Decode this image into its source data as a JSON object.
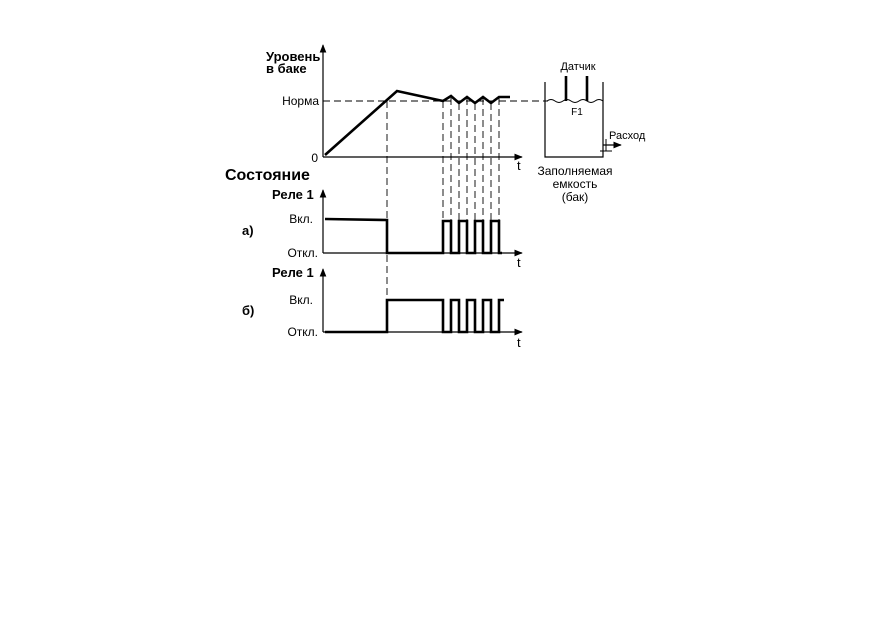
{
  "level_chart": {
    "ylabel_line1": "Уровень",
    "ylabel_line2": "в баке",
    "norm_label": "Норма",
    "zero_label": "0",
    "t_label": "t"
  },
  "state_heading": "Состояние",
  "relay_a": {
    "relay_label": "Реле 1",
    "case_label": "а)",
    "on_label": "Вкл.",
    "off_label": "Откл.",
    "t_label": "t"
  },
  "relay_b": {
    "relay_label": "Реле 1",
    "case_label": "б)",
    "on_label": "Вкл.",
    "off_label": "Откл.",
    "t_label": "t"
  },
  "tank": {
    "sensor_label": "Датчик",
    "float_label": "F1",
    "outflow_label": "Расход",
    "caption_line1": "Заполняемая",
    "caption_line2": "емкость",
    "caption_line3": "(бак)"
  }
}
